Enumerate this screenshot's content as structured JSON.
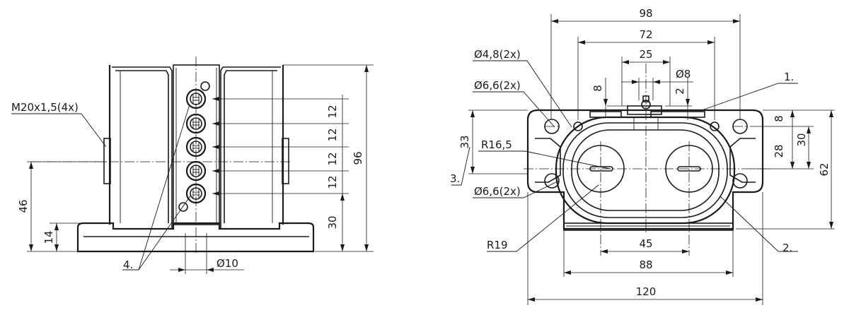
{
  "left_view": {
    "thread_label": "M20x1,5(4x)",
    "height_96": "96",
    "height_46": "46",
    "height_14": "14",
    "height_30": "30",
    "pitch_1": "12",
    "pitch_2": "12",
    "pitch_3": "12",
    "pitch_4": "12",
    "diameter_10": "Ø10",
    "callout_4": "4."
  },
  "right_view": {
    "width_98": "98",
    "width_72": "72",
    "width_25": "25",
    "diameter_8": "Ø8",
    "hole_48": "Ø4,8(2x)",
    "hole_66_top": "Ø6,6(2x)",
    "hole_66_bottom": "Ø6,6(2x)",
    "small_8": "8",
    "small_2": "2",
    "right_8": "8",
    "height_30": "30",
    "height_28": "28",
    "height_62": "62",
    "height_33": "33",
    "radius_165": "R16,5",
    "radius_19": "R19",
    "width_45": "45",
    "width_88": "88",
    "width_120": "120",
    "callout_1": "1.",
    "callout_2": "2.",
    "callout_3": "3."
  }
}
